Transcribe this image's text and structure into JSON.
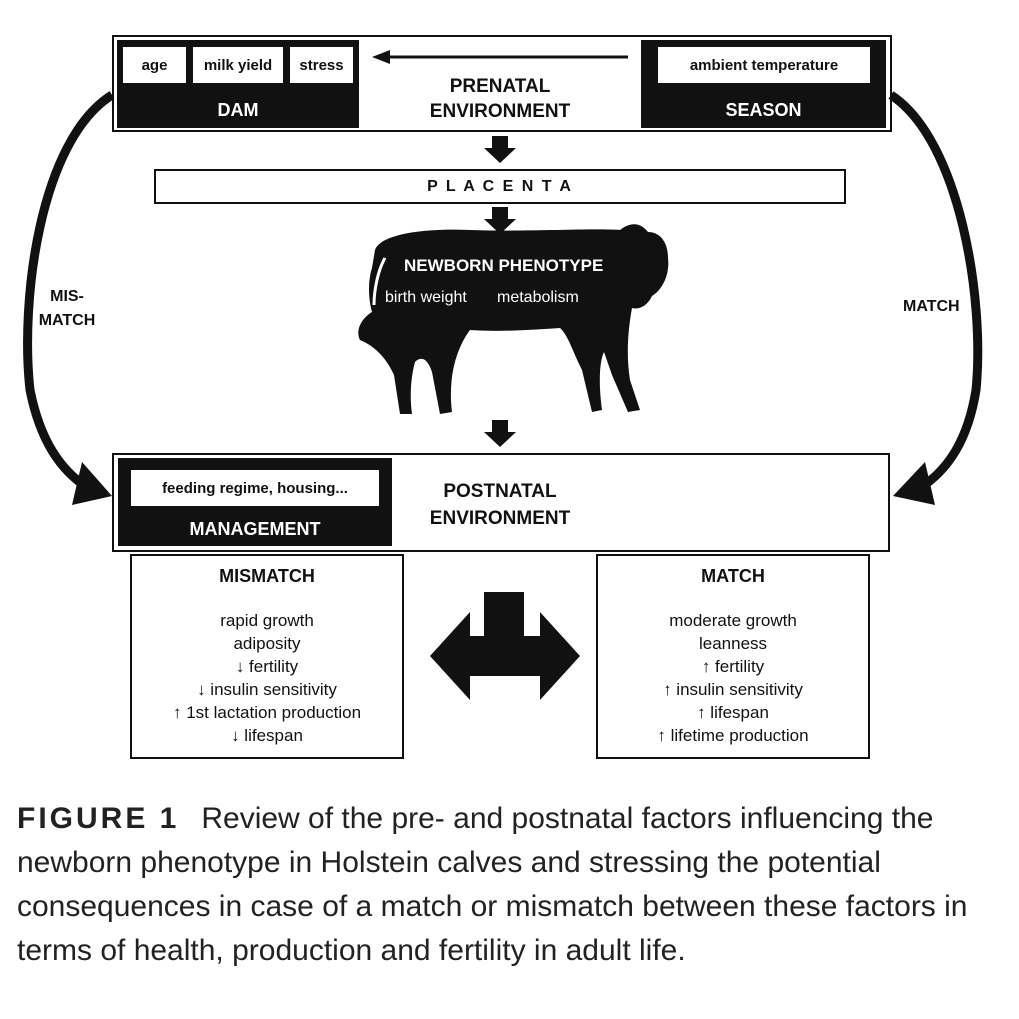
{
  "prenatal": {
    "dam_factors": [
      "age",
      "milk yield",
      "stress"
    ],
    "dam_label": "DAM",
    "title_line1": "PRENATAL",
    "title_line2": "ENVIRONMENT",
    "season_factor": "ambient temperature",
    "season_label": "SEASON"
  },
  "placenta": {
    "label": "P L A C E N T A"
  },
  "newborn": {
    "title": "NEWBORN PHENOTYPE",
    "traits": [
      "birth weight",
      "metabolism"
    ]
  },
  "side_labels": {
    "left_line1": "MIS-",
    "left_line2": "MATCH",
    "right": "MATCH"
  },
  "postnatal": {
    "management_factor": "feeding regime, housing...",
    "management_label": "MANAGEMENT",
    "title_line1": "POSTNATAL",
    "title_line2": "ENVIRONMENT"
  },
  "mismatch": {
    "title": "MISMATCH",
    "items": [
      "rapid growth",
      "adiposity",
      "↓ fertility",
      "↓ insulin sensitivity",
      "↑ 1st lactation production",
      "↓ lifespan"
    ]
  },
  "match": {
    "title": "MATCH",
    "items": [
      "moderate growth",
      "leanness",
      "↑ fertility",
      "↑ insulin sensitivity",
      "↑ lifespan",
      "↑ lifetime production"
    ]
  },
  "caption": {
    "label": "FIGURE 1",
    "text": "Review of the pre- and postnatal factors influencing the newborn phenotype in Holstein calves and stressing the potential consequences in case of a match or mismatch between these factors in terms of health, production and fertility in adult life."
  }
}
